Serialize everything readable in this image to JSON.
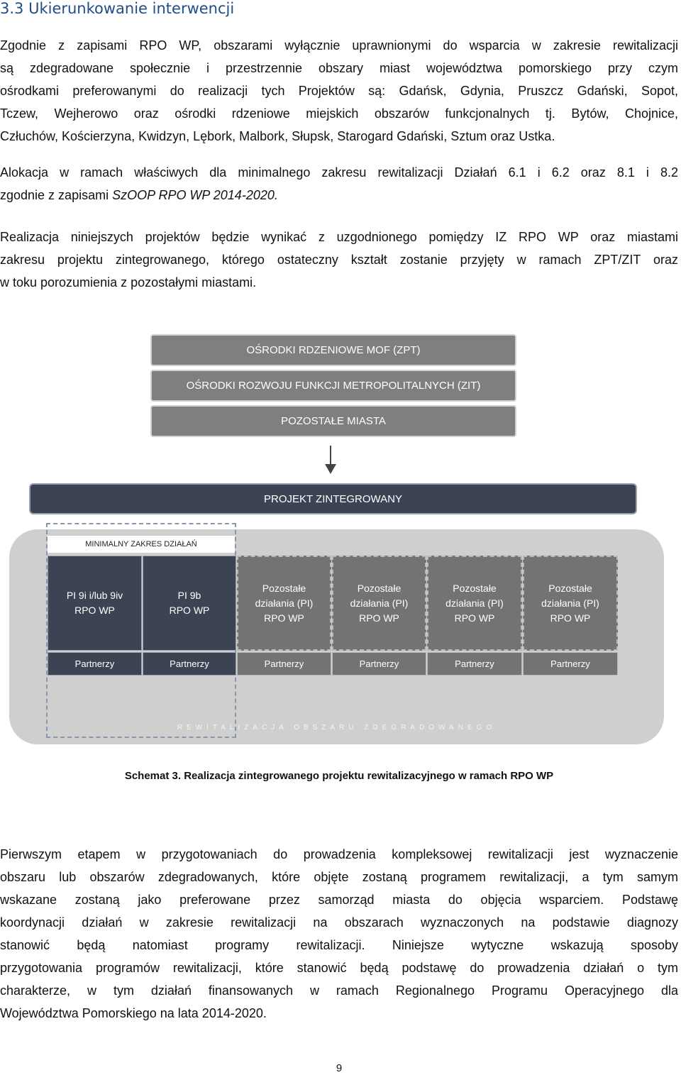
{
  "heading": "3.3 Ukierunkowanie interwencji",
  "paragraphs": {
    "p1": [
      "Zgodnie z zapisami RPO WP, obszarami wyłącznie uprawnionymi do wsparcia w zakresie rewitalizacji",
      "są zdegradowane społecznie i przestrzennie obszary miast województwa pomorskiego przy czym",
      "ośrodkami preferowanymi do realizacji tych Projektów są: Gdańsk, Gdynia, Pruszcz Gdański, Sopot,",
      "Tczew, Wejherowo oraz ośrodki rdzeniowe miejskich obszarów funkcjonalnych tj. Bytów, Chojnice,",
      "Człuchów, Kościerzyna, Kwidzyn, Lębork, Malbork, Słupsk, Starogard Gdański, Sztum oraz Ustka."
    ],
    "p2": [
      "Alokacja w ramach właściwych dla minimalnego zakresu rewitalizacji Działań 6.1 i 6.2 oraz 8.1 i 8.2",
      "zgodnie z zapisami "
    ],
    "p2_italic": "SzOOP RPO WP 2014-2020.",
    "p3": [
      "Realizacja niniejszych projektów będzie wynikać z uzgodnionego pomiędzy IZ RPO WP oraz miastami",
      "zakresu projektu zintegrowanego, którego ostateczny kształt zostanie przyjęty w ramach ZPT/ZIT oraz",
      "w toku porozumienia z pozostałymi miastami."
    ],
    "p4": [
      "Pierwszym etapem w przygotowaniach do prowadzenia kompleksowej rewitalizacji jest wyznaczenie",
      "obszaru lub obszarów zdegradowanych, które objęte zostaną programem rewitalizacji, a tym samym",
      "wskazane zostaną jako preferowane przez samorząd miasta do objęcia wsparciem. Podstawę",
      "koordynacji działań w zakresie rewitalizacji na obszarach wyznaczonych na podstawie diagnozy",
      "stanowić będą natomiast programy rewitalizacji. Niniejsze wytyczne wskazują sposoby",
      "przygotowania programów rewitalizacji, które stanowić będą podstawę do prowadzenia działań o tym",
      "charakterze, w tym działań finansowanych w ramach Regionalnego Programu Operacyjnego dla",
      "Województwa Pomorskiego na lata 2014-2020."
    ]
  },
  "diagram": {
    "bar1": "OŚRODKI RDZENIOWE MOF (ZPT)",
    "bar2": "OŚRODKI ROZWOJU FUNKCJI METROPOLITALNYCH (ZIT)",
    "bar3": "POZOSTAŁE MIASTA",
    "project": "PROJEKT ZINTEGROWANY",
    "min_scope": "MINIMALNY ZAKRES DZIAŁAŃ",
    "cells": [
      [
        "PI 9i i/lub 9iv",
        "RPO WP"
      ],
      [
        "PI 9b",
        "RPO WP"
      ],
      [
        "Pozostałe",
        "działania (PI)",
        "RPO WP"
      ],
      [
        "Pozostałe",
        "działania (PI)",
        "RPO WP"
      ],
      [
        "Pozostałe",
        "działania (PI)",
        "RPO WP"
      ],
      [
        "Pozostałe",
        "działania (PI)",
        "RPO WP"
      ]
    ],
    "partners": [
      "Partnerzy",
      "Partnerzy",
      "Partnerzy",
      "Partnerzy",
      "Partnerzy",
      "Partnerzy"
    ],
    "footer": "REWITALIZACJA OBSZARU ZDEGRADOWANEGO"
  },
  "caption": "Schemat 3. Realizacja zintegrowanego projektu rewitalizacyjnego w ramach RPO WP",
  "page_number": "9"
}
